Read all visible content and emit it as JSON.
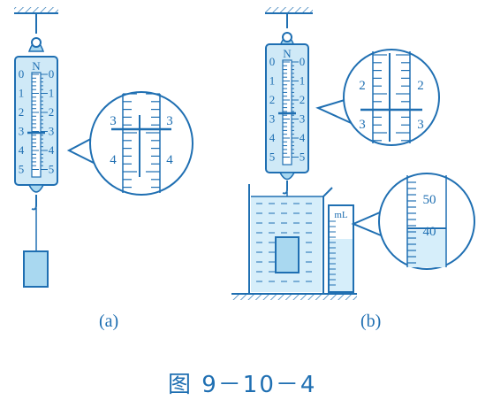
{
  "colors": {
    "stroke": "#1f6fb2",
    "fill_light": "#cfe9f7",
    "fill_mid": "#a9d8f0",
    "water": "#d6eefa"
  },
  "diagram_a": {
    "unit": "N",
    "scale_left": [
      "0",
      "1",
      "2",
      "3",
      "4",
      "5"
    ],
    "scale_right": [
      "0",
      "1",
      "2",
      "3",
      "4",
      "5"
    ],
    "zoom_labels_top": [
      "3",
      "3"
    ],
    "zoom_labels_bottom": [
      "4",
      "4"
    ],
    "caption": "(a)"
  },
  "diagram_b": {
    "unit": "N",
    "scale_left": [
      "0",
      "1",
      "2",
      "3",
      "4",
      "5"
    ],
    "scale_right": [
      "0",
      "1",
      "2",
      "3",
      "4",
      "5"
    ],
    "zoom_labels_top": [
      "2",
      "2"
    ],
    "zoom_labels_bottom": [
      "3",
      "3"
    ],
    "cylinder_unit": "mL",
    "cylinder_zoom_labels": [
      "50",
      "40"
    ],
    "caption": "(b)"
  },
  "figure_caption": "图 9－10－4",
  "icons": [
    "spring-scale-icon",
    "weight-block-icon",
    "beaker-icon",
    "graduated-cylinder-icon"
  ]
}
